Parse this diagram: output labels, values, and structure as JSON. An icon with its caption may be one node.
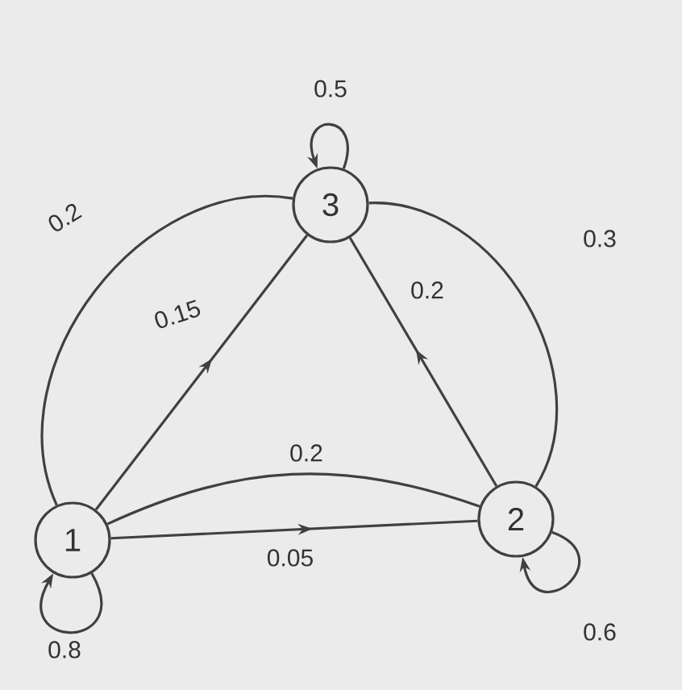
{
  "diagram": {
    "nodes": [
      {
        "text": [
          "1"
        ]
      },
      {
        "text": [
          "2"
        ]
      },
      {
        "text": [
          "3"
        ]
      }
    ],
    "edges": [
      {
        "from": 2,
        "to": 2,
        "arrow": "to",
        "label": "0.5"
      },
      {
        "from": 0,
        "to": 2,
        "arrow": "none",
        "label": "0.2"
      },
      {
        "from": 0,
        "to": 2,
        "arrow": "to",
        "label": "0.15"
      },
      {
        "from": 1,
        "to": 2,
        "arrow": "to",
        "label": "0.2"
      },
      {
        "from": 1,
        "to": 2,
        "arrow": "none",
        "label": "0.3"
      },
      {
        "from": 0,
        "to": 1,
        "arrow": "none",
        "label": "0.2"
      },
      {
        "from": 0,
        "to": 1,
        "arrow": "to",
        "label": "0.05"
      },
      {
        "from": 0,
        "to": 0,
        "arrow": "to",
        "label": "0.8"
      },
      {
        "from": 1,
        "to": 1,
        "arrow": "to",
        "label": "0.6"
      }
    ]
  }
}
